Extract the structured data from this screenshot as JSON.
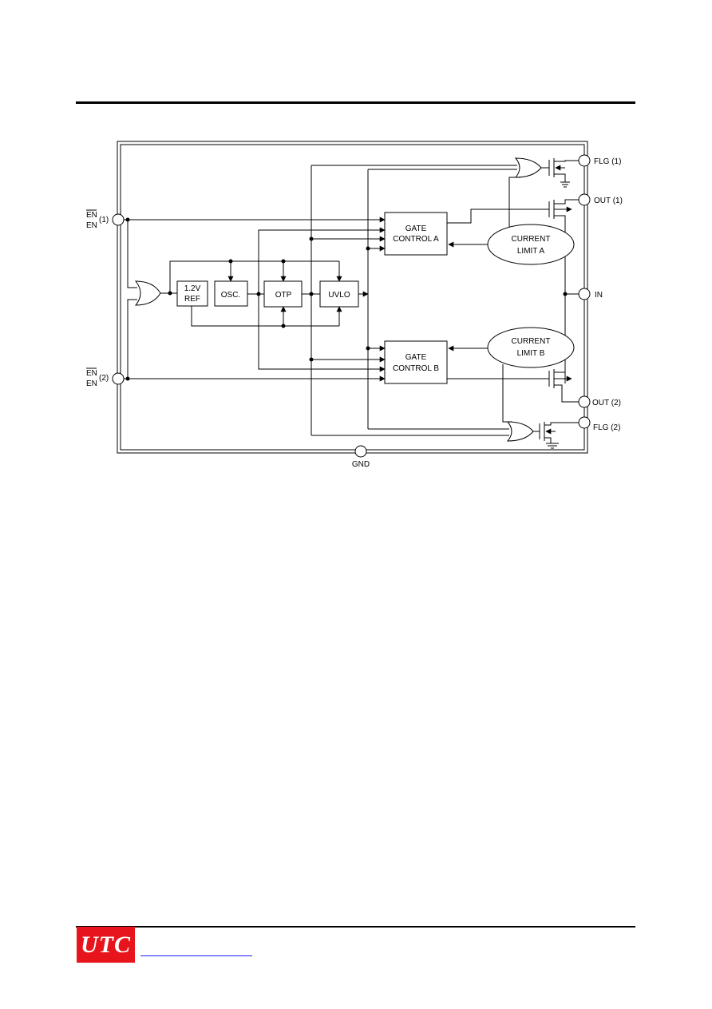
{
  "blocks": {
    "ref": [
      "1.2V",
      "REF"
    ],
    "osc": "OSC.",
    "otp": "OTP",
    "uvlo": "UVLO",
    "gate_a": [
      "GATE",
      "CONTROL A"
    ],
    "gate_b": [
      "GATE",
      "CONTROL B"
    ],
    "current_a": [
      "CURRENT",
      "LIMIT A"
    ],
    "current_b": [
      "CURRENT",
      "LIMIT B"
    ]
  },
  "pins": {
    "en1_top": "EN",
    "en1_num": "(1)",
    "en1_bottom": "EN",
    "en2_top": "EN",
    "en2_num": "(2)",
    "en2_bottom": "EN",
    "flg1": "FLG (1)",
    "out1": "OUT (1)",
    "in": "IN",
    "out2": "OUT (2)",
    "flg2": "FLG (2)",
    "gnd": "GND"
  },
  "footer": {
    "logo": "UTC"
  },
  "colors": {
    "logo_bg": "#e8141c",
    "link": "#1a1aff"
  }
}
